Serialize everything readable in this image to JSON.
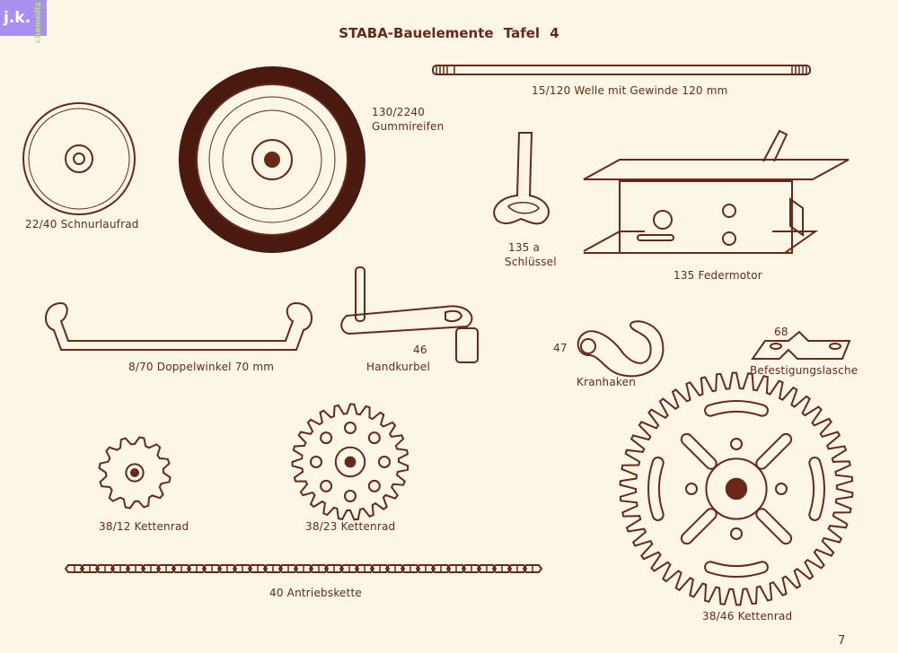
{
  "logo": {
    "initials": "j.k.",
    "city": "chemnitz"
  },
  "title": "STABA-Bauelemente  Tafel 4",
  "colors": {
    "ink": "#6a2818",
    "paper": "#fbf6e6"
  },
  "parts": {
    "schnurlaufrad": "22/40  Schnurlaufrad",
    "gummireifen_no": "130/2240",
    "gummireifen": "Gummireifen",
    "welle": "15/120  Welle mit Gewinde  120 mm",
    "schluessel_no": "135 a",
    "schluessel": "Schlüssel",
    "federmotor": "135  Federmotor",
    "doppelwinkel": "8/70  Doppelwinkel 70 mm",
    "handkurbel_no": "46",
    "handkurbel": "Handkurbel",
    "kranhaken_no": "47",
    "kranhaken": "Kranhaken",
    "lasche_no": "68",
    "lasche": "Befestigungslasche",
    "kettenrad12": "38/12  Kettenrad",
    "kettenrad23": "38/23  Kettenrad",
    "antriebskette": "40  Antriebskette",
    "kettenrad46": "38/46  Kettenrad"
  },
  "page_number": "7"
}
